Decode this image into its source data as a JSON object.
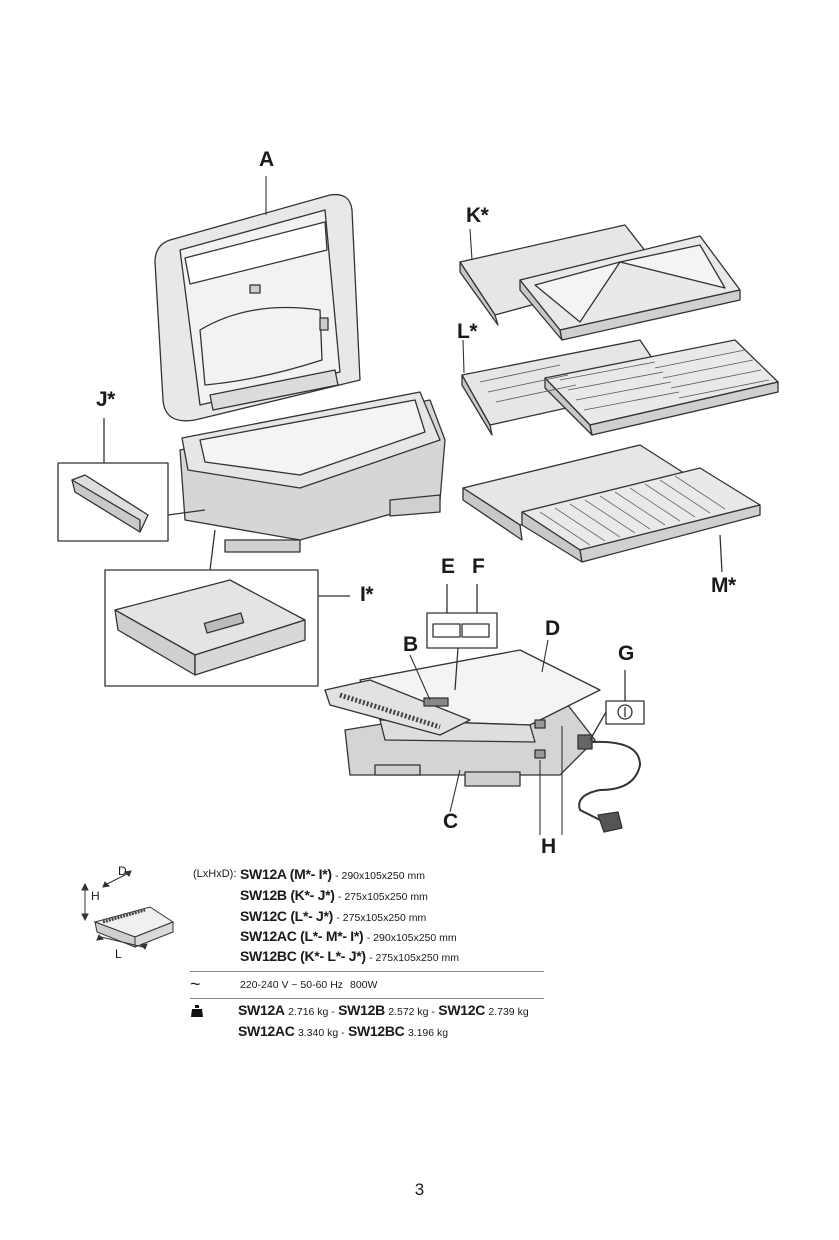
{
  "labels": {
    "a": "A",
    "b": "B",
    "c": "C",
    "d": "D",
    "e": "E",
    "f": "F",
    "g": "G",
    "h": "H",
    "i": "I*",
    "j": "J*",
    "k": "K*",
    "l": "L*",
    "m": "M*"
  },
  "dimension_icon": {
    "d": "D",
    "h": "H",
    "l": "L"
  },
  "dimensions": {
    "prefix": "(LxHxD):",
    "rows": [
      {
        "model": "SW12A (M*- I*)",
        "value": "- 290x105x250 mm"
      },
      {
        "model": "SW12B (K*- J*)",
        "value": "- 275x105x250 mm"
      },
      {
        "model": "SW12C (L*- J*)",
        "value": "- 275x105x250 mm"
      },
      {
        "model": "SW12AC (L*- M*- I*)",
        "value": "- 290x105x250 mm"
      },
      {
        "model": "SW12BC (K*- L*- J*)",
        "value": "- 275x105x250 mm"
      }
    ]
  },
  "power": {
    "symbol": "~",
    "voltage": "220-240 V ~ 50-60 Hz",
    "watts": "800W"
  },
  "weights": {
    "icon": "weight-icon",
    "line1": [
      {
        "model": "SW12A",
        "value": "2.716 kg -"
      },
      {
        "model": "SW12B",
        "value": "2.572 kg -"
      },
      {
        "model": "SW12C",
        "value": "2.739 kg"
      }
    ],
    "line2": [
      {
        "model": "SW12AC",
        "value": "3.340 kg -"
      },
      {
        "model": "SW12BC",
        "value": "3.196 kg"
      }
    ]
  },
  "page_number": "3",
  "colors": {
    "line": "#333333",
    "fill": "#ececec",
    "dark": "#9a9a9a"
  }
}
